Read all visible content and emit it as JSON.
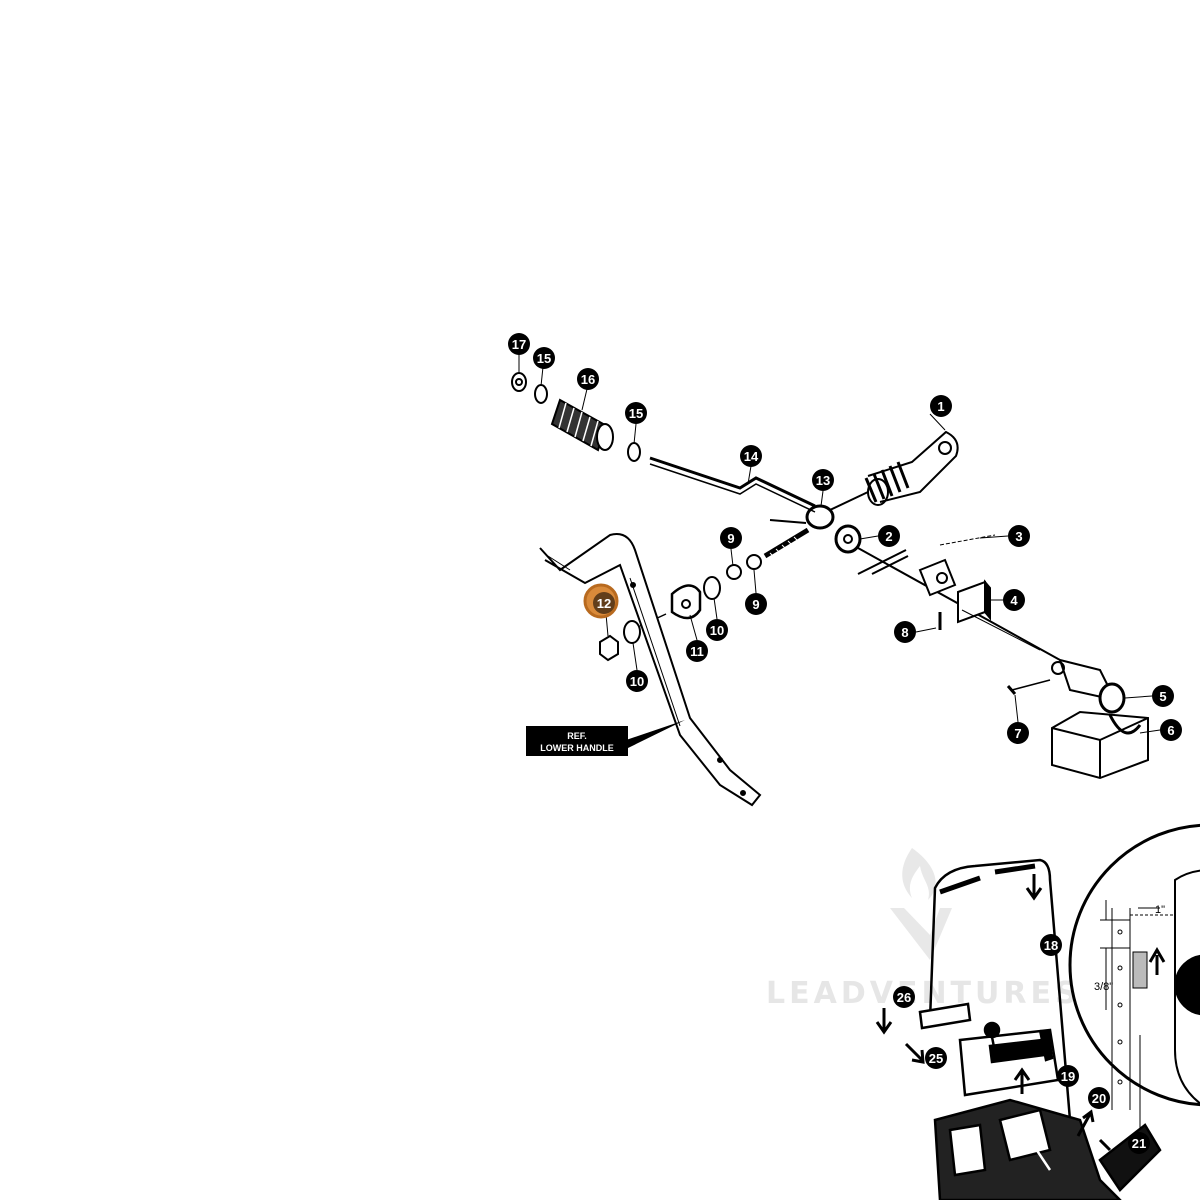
{
  "diagram": {
    "callouts": [
      {
        "id": "c17",
        "text": "17"
      },
      {
        "id": "c15a",
        "text": "15"
      },
      {
        "id": "c16",
        "text": "16"
      },
      {
        "id": "c15b",
        "text": "15"
      },
      {
        "id": "c1",
        "text": "1"
      },
      {
        "id": "c14",
        "text": "14"
      },
      {
        "id": "c13",
        "text": "13"
      },
      {
        "id": "c2",
        "text": "2"
      },
      {
        "id": "c3",
        "text": "3"
      },
      {
        "id": "c9a",
        "text": "9"
      },
      {
        "id": "c9b",
        "text": "9"
      },
      {
        "id": "c12",
        "text": "12",
        "highlighted": true
      },
      {
        "id": "c10a",
        "text": "10"
      },
      {
        "id": "c11",
        "text": "11"
      },
      {
        "id": "c10b",
        "text": "10"
      },
      {
        "id": "c4",
        "text": "4"
      },
      {
        "id": "c8",
        "text": "8"
      },
      {
        "id": "c5",
        "text": "5"
      },
      {
        "id": "c6",
        "text": "6"
      },
      {
        "id": "c7",
        "text": "7"
      },
      {
        "id": "c18",
        "text": "18"
      },
      {
        "id": "c26",
        "text": "26"
      },
      {
        "id": "c25",
        "text": "25"
      },
      {
        "id": "c19",
        "text": "19"
      },
      {
        "id": "c20",
        "text": "20"
      },
      {
        "id": "c21",
        "text": "21"
      }
    ],
    "ref_label": {
      "line1": "REF.",
      "line2": "LOWER HANDLE"
    },
    "detail_dims": {
      "top": "1\"",
      "side": "3/8\""
    },
    "watermark": "LEADVENTURES",
    "colors": {
      "ink": "#000000",
      "highlight": "#d98a3a",
      "highlight_ring": "#b86a1f"
    }
  }
}
